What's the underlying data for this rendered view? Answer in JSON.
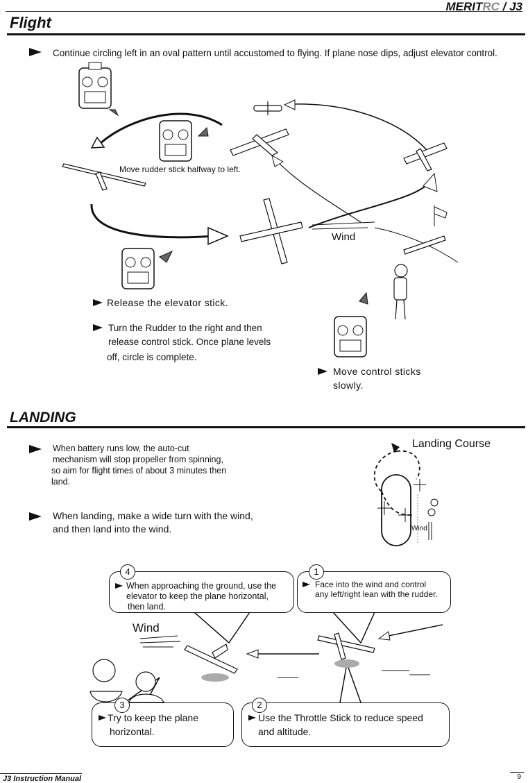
{
  "header": {
    "brand_main": "MERIT",
    "brand_rc": "RC",
    "brand_sep": " / J3"
  },
  "flight": {
    "title": "Flight",
    "intro": "Continue circling left in an oval pattern until accustomed to flying. If plane nose dips, adjust elevator control.",
    "rudder_note": "Move rudder stick halfway to left.",
    "wind_label": "Wind",
    "release_elevator": "Release the elevator stick.",
    "turn_rudder": [
      "Turn the Rudder to the right and then",
      "release control stick. Once plane levels",
      "off, circle is complete."
    ],
    "move_sticks": [
      "Move control sticks",
      "slowly."
    ]
  },
  "landing": {
    "title": "LANDING",
    "battery": [
      "When battery runs low, the auto-cut",
      "mechanism will stop propeller from spinning,",
      "so aim for flight times of about 3 minutes then",
      "land."
    ],
    "turn": [
      "When landing, make a wide turn with the wind,",
      "and then land into the wind."
    ],
    "course_title": "Landing Course",
    "course_wind": "Wind",
    "wind_label": "Wind",
    "steps": [
      {
        "num": "4",
        "lines": [
          "When approaching the ground, use the",
          "elevator to keep  the plane horizontal,",
          "then land."
        ]
      },
      {
        "num": "1",
        "lines": [
          "Face into the wind and control",
          "any left/right lean with the rudder."
        ]
      },
      {
        "num": "3",
        "lines": [
          "Try to keep the plane",
          "horizontal."
        ]
      },
      {
        "num": "2",
        "lines": [
          "Use the Throttle Stick to reduce speed",
          "and altitude."
        ]
      }
    ]
  },
  "footer": {
    "manual": "J3 Instruction Manual",
    "page": "9"
  }
}
